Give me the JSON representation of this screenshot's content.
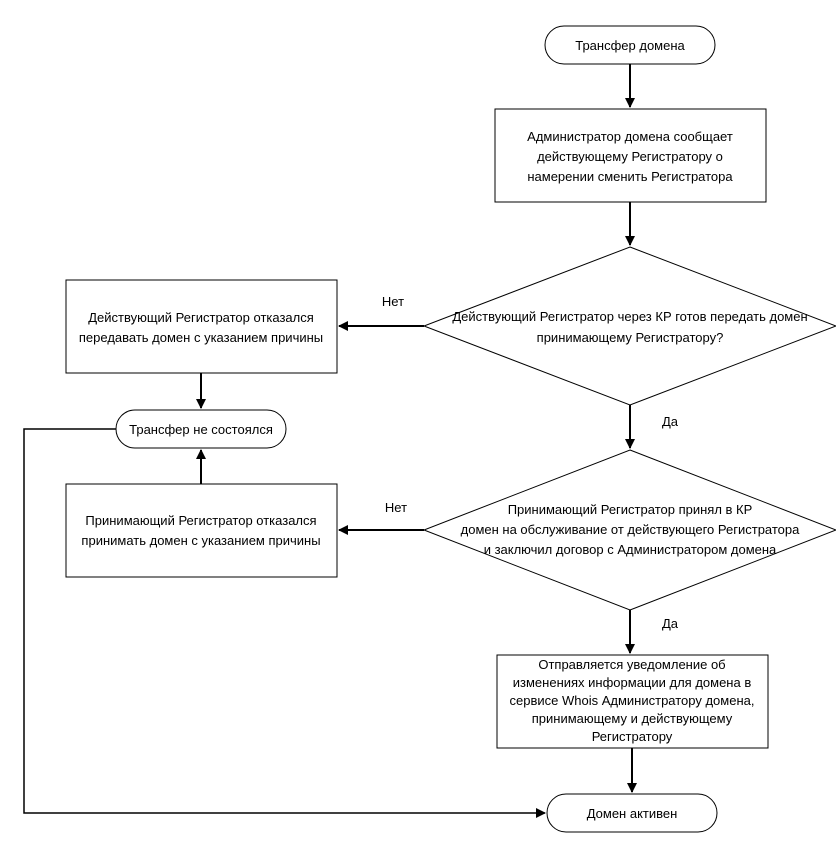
{
  "flowchart": {
    "start": {
      "label": "Трансфер домена"
    },
    "step_notify": {
      "lines": [
        "Администратор домена сообщает",
        "действующему Регистратору о",
        "намерении сменить Регистратора"
      ]
    },
    "decision_current_ready": {
      "lines": [
        "Действующий Регистратор через КР готов передать домен",
        "принимающему Регистратору?"
      ]
    },
    "step_current_refused": {
      "lines": [
        "Действующий Регистратор отказался",
        "передавать домен с указанием причины"
      ]
    },
    "end_failed": {
      "label": "Трансфер не состоялся"
    },
    "decision_receiving_accepted": {
      "lines": [
        "Принимающий Регистратор принял в КР",
        "домен на обслуживание от действующего Регистратора",
        "и заключил договор с Администратором домена"
      ]
    },
    "step_receiving_refused": {
      "lines": [
        "Принимающий Регистратор отказался",
        "принимать домен с указанием причины"
      ]
    },
    "step_whois_notice": {
      "lines": [
        "Отправляется уведомление об",
        "изменениях информации для домена в",
        "сервисе Whois Администратору домена,",
        "принимающему и действующему",
        "Регистратору"
      ]
    },
    "end_active": {
      "label": "Домен активен"
    },
    "edge_labels": {
      "no_1": "Нет",
      "yes_1": "Да",
      "no_2": "Нет",
      "yes_2": "Да"
    }
  }
}
